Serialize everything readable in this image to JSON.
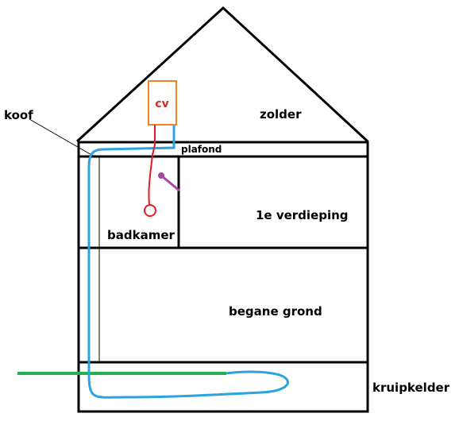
{
  "labels": {
    "zolder": "zolder",
    "koof": "koof",
    "plafond": "plafond",
    "cv": "cv",
    "badkamer": "badkamer",
    "verdieping": "1e verdieping",
    "begane_grond": "begane grond",
    "kruipkelder": "kruipkelder"
  },
  "colors": {
    "walls": "#000000",
    "cv_box": "#f58220",
    "cv_text": "#d62b2b",
    "red_pipe": "#e11b22",
    "blue_pipe": "#2aa3e0",
    "green_pipe": "#22b14c",
    "purple_valve": "#a349a4"
  }
}
